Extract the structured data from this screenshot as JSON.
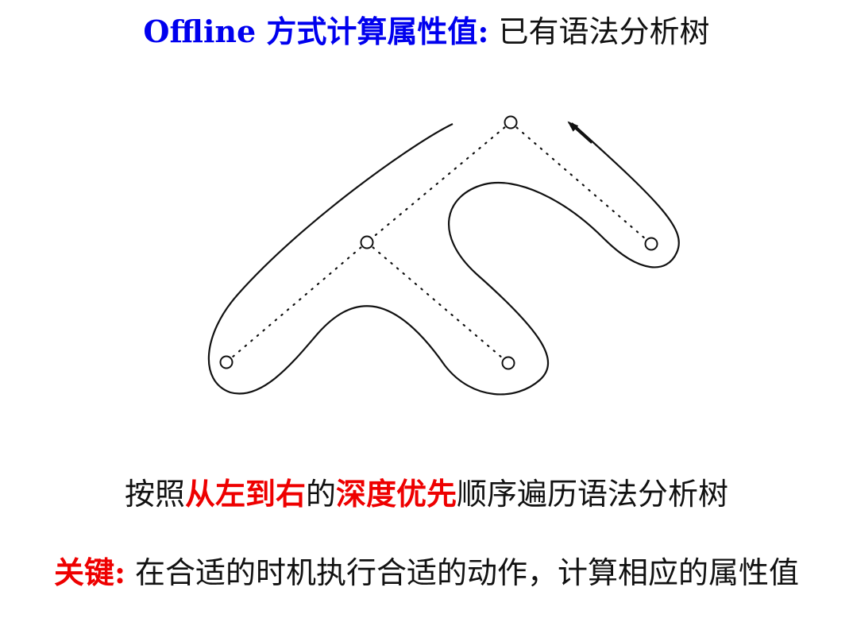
{
  "title": {
    "emphasis": "Offline 方式计算属性值:",
    "rest": " 已有语法分析树"
  },
  "statement": {
    "part1": "按照",
    "red1": "从左到右",
    "part2": "的",
    "red2": "深度优先",
    "part3": "顺序遍历语法分析树"
  },
  "key": {
    "label": "关键:",
    "text": " 在合适的时机执行合适的动作，计算相应的属性值"
  },
  "colors": {
    "title_blue": "#0000ee",
    "highlight_red": "#ee0000",
    "text": "#111111"
  }
}
